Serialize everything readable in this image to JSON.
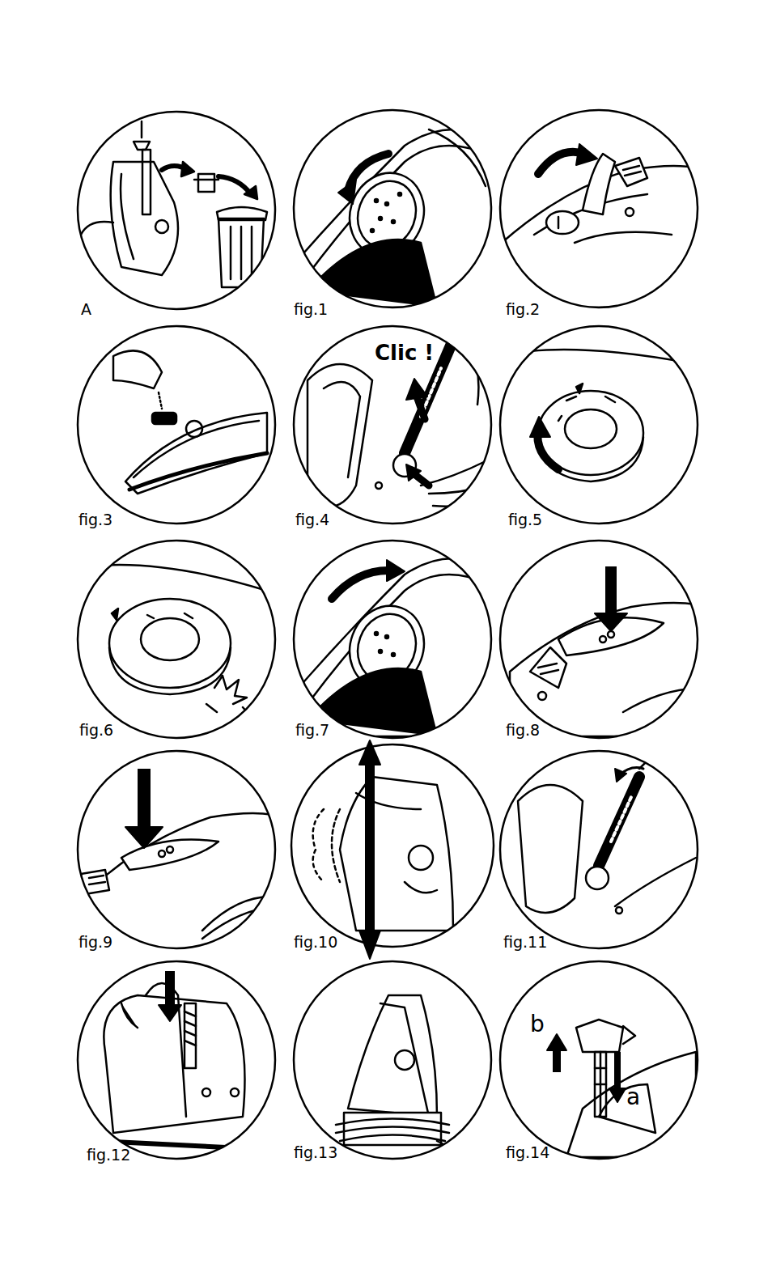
{
  "diagram": {
    "labels": [
      "A",
      "fig.1",
      "fig.2",
      "fig.3",
      "fig.4",
      "Clic !",
      "fig.5",
      "fig.6",
      "fig.7",
      "fig.8",
      "fig.9",
      "fig.10",
      "fig.11",
      "fig.12",
      "fig.13",
      "b",
      "a",
      "fig.14"
    ]
  }
}
